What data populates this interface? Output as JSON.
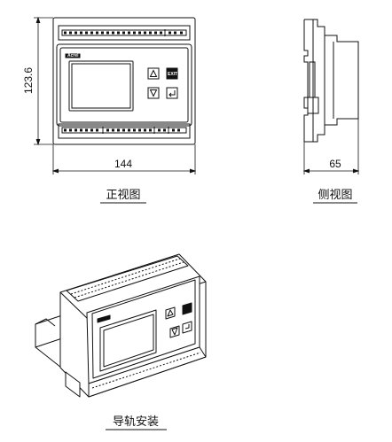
{
  "front_view": {
    "width_dim": "144",
    "height_dim": "123.6",
    "caption": "正视图",
    "logo_text": "Acrel",
    "exit_label": "EXIT"
  },
  "side_view": {
    "depth_dim": "65",
    "caption": "侧视图"
  },
  "install_view": {
    "caption": "导轨安装"
  }
}
